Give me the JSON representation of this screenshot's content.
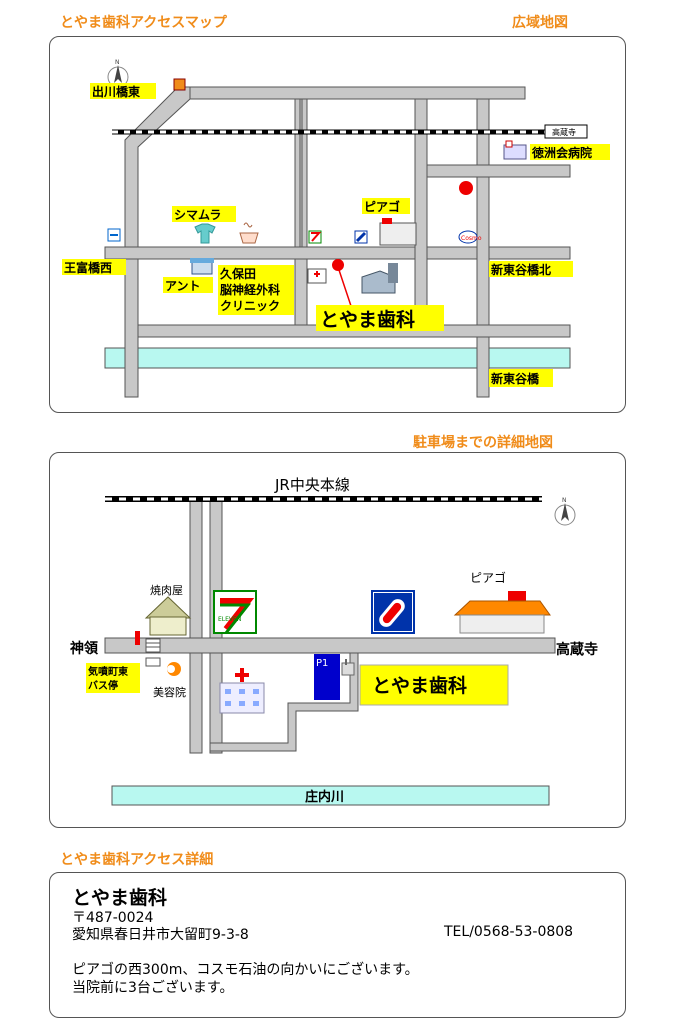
{
  "sections": {
    "map1_title": "とやま歯科アクセスマップ",
    "map1_subtitle": "広域地図",
    "map2_title": "駐車場までの詳細地図",
    "info_title": "とやま歯科アクセス詳細"
  },
  "map1": {
    "demachi": "出川橋東",
    "takakura": "高蔵寺",
    "tokushukai": "徳洲会病院",
    "piago": "ピアゴ",
    "shimamura": "シマムラ",
    "oomi": "王富橋西",
    "shin_kitabashi": "新東谷橋北",
    "ant": "アント",
    "clinic_l1": "久保田",
    "clinic_l2": "脳神経外科",
    "clinic_l3": "クリニック",
    "toyama": "とやま歯科",
    "shin_tanibashi": "新東谷橋",
    "cosmo": "Cosmo",
    "compass_n": "N"
  },
  "map2": {
    "jr_line": "JR中央本線",
    "yakiniku": "焼肉屋",
    "piago": "ピアゴ",
    "kanryo": "神領",
    "takakura": "高蔵寺",
    "bus_l1": "気噴町東",
    "bus_l2": "バス停",
    "biyouin": "美容院",
    "parking": "P1",
    "toyama": "とやま歯科",
    "river": "庄内川",
    "compass_n": "N",
    "eleven": "ELEVEN"
  },
  "info": {
    "name": "とやま歯科",
    "postal": "〒487-0024",
    "address": "愛知県春日井市大留町9-3-8",
    "tel": "TEL/0568-53-0808",
    "desc1": "ピアゴの西300m、コスモ石油の向かいにございます。",
    "desc2": "当院前に3台ございます。"
  },
  "colors": {
    "road": "#c8c8c8",
    "road_edge": "#555555",
    "river": "#b8f8f0",
    "label_bg": "#ffff00",
    "header": "#f08c1a",
    "red": "#e00000",
    "blue": "#0000cc"
  }
}
